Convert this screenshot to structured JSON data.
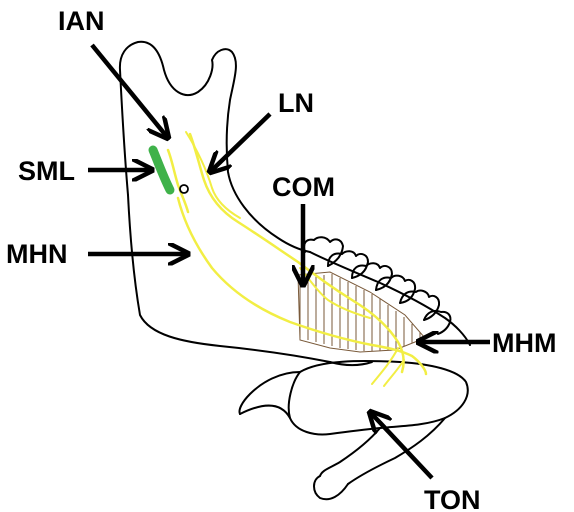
{
  "labels": {
    "ian": "IAN",
    "ln": "LN",
    "sml": "SML",
    "mhn": "MHN",
    "com": "COM",
    "mhm": "MHM",
    "ton": "TON"
  },
  "colors": {
    "nerve": "#f2ee44",
    "sphenomandibular_ligament": "#3fb24a",
    "outline": "#000000",
    "hatch": "#7a5a3a",
    "background": "#ffffff"
  }
}
